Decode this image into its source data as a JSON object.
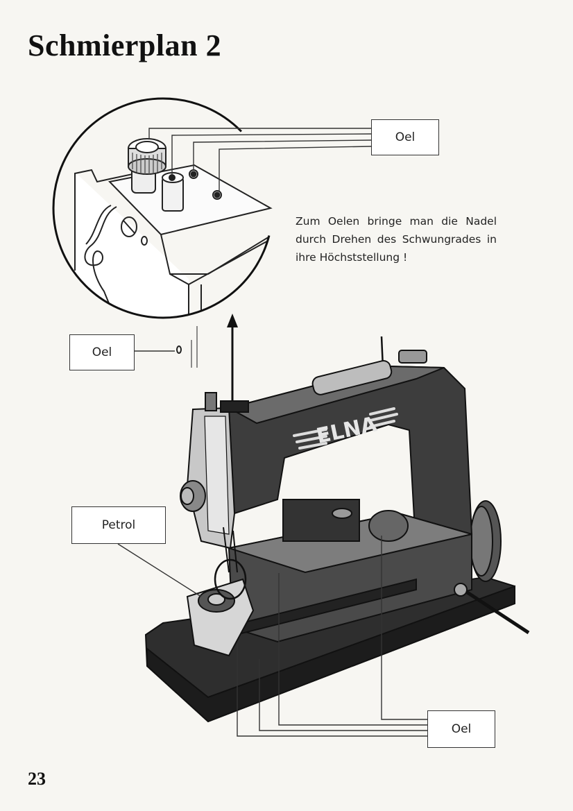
{
  "title": "Schmierplan 2",
  "labels": {
    "oel_top": "Oel",
    "oel_left": "Oel",
    "petrol": "Petrol",
    "oel_bottom": "Oel"
  },
  "instruction": "Zum Oelen bringe man die Nadel durch Drehen des Schwungrades in ihre Höchststellung !",
  "machine_brand": "ELNA",
  "page_number": "23"
}
